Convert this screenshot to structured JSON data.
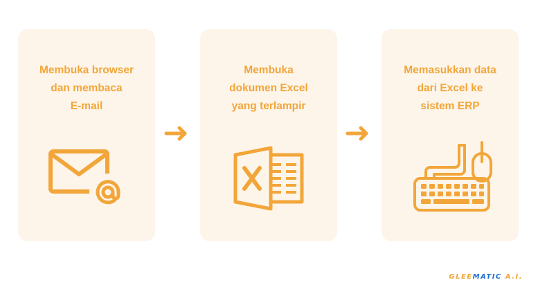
{
  "steps": [
    {
      "lines": [
        "Membuka browser",
        "dan membaca",
        "E-mail"
      ],
      "icon": "email-at-icon"
    },
    {
      "lines": [
        "Membuka",
        "dokumen Excel",
        "yang terlampir"
      ],
      "icon": "excel-icon"
    },
    {
      "lines": [
        "Memasukkan data",
        "dari Excel ke",
        "sistem ERP"
      ],
      "icon": "keyboard-mouse-icon"
    }
  ],
  "arrows": [
    "arrow-right-icon",
    "arrow-right-icon"
  ],
  "logo": {
    "part1": "GLEE",
    "part2": "MATIC",
    "part3": " A.I."
  },
  "colors": {
    "accent": "#f2a63a",
    "card_bg": "#fdf5e9",
    "logo_blue": "#1f6fd1"
  }
}
